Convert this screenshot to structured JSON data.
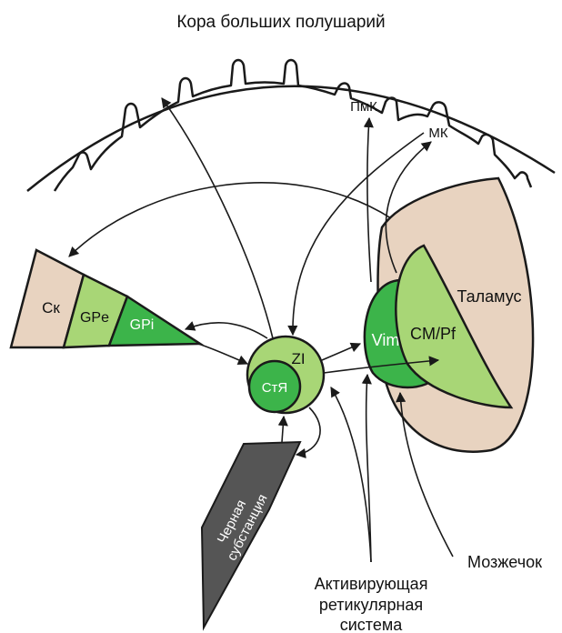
{
  "title": "Кора больших полушарий",
  "labels": {
    "ck": "Ск",
    "gpe": "GPe",
    "gpi": "GPi",
    "zi": "ZI",
    "stn": "СтЯ",
    "vim": "Vim",
    "cmpf": "CM/Pf",
    "thalamus": "Таламус",
    "pmk": "ПмК",
    "mk": "МК",
    "cerebellum": "Мозжечок",
    "substantia_line1": "Черная",
    "substantia_line2": "субстанция",
    "ars_line1": "Активирующая",
    "ars_line2": "ретикулярная",
    "ars_line3": "система"
  },
  "colors": {
    "beige": "#e8d3c0",
    "light_green": "#a8d676",
    "mid_green": "#3cb44a",
    "dark_gray": "#555555",
    "outline": "#1a1a1a"
  }
}
